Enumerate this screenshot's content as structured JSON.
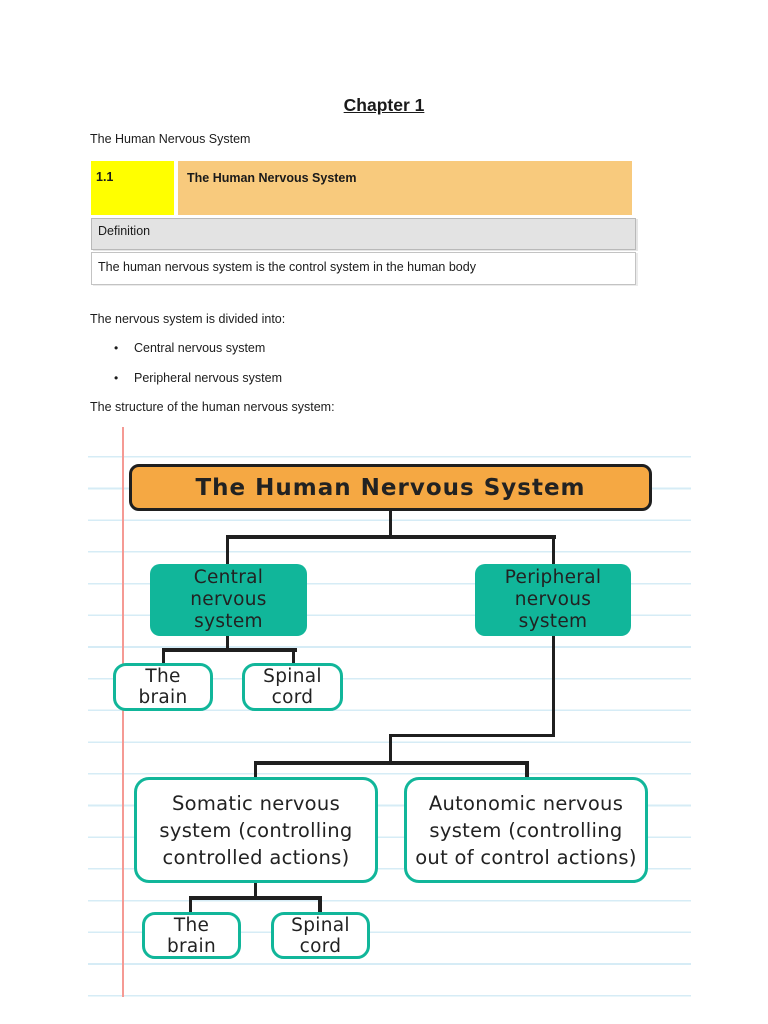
{
  "page": {
    "chapter_title": "Chapter 1",
    "intro_text": "The Human Nervous System",
    "divided_heading": "The nervous system is divided into:",
    "bullet_glyph": "•",
    "bullets": [
      "Central nervous system",
      "Peripheral nervous system"
    ],
    "structure_heading": "The structure of the human nervous system:"
  },
  "section_table": {
    "section_number": "1.1",
    "section_title": "The Human Nervous System",
    "definition_label": "Definition",
    "definition_text": "The human nervous system is the control system in the human body"
  },
  "diagram": {
    "root": {
      "label": "The Human Nervous System"
    },
    "branches": [
      {
        "label": "Central\nnervous\nsystem",
        "children": [
          {
            "label": "The\nbrain"
          },
          {
            "label": "Spinal\ncord"
          }
        ]
      },
      {
        "label": "Peripheral\nnervous\nsystem",
        "children": [
          {
            "label": "Somatic nervous\nsystem (controlling\ncontrolled actions)",
            "children": [
              {
                "label": "The\nbrain"
              },
              {
                "label": "Spinal\ncord"
              }
            ]
          },
          {
            "label": "Autonomic nervous\nsystem (controlling\nout of control actions)",
            "children": []
          }
        ]
      }
    ]
  },
  "colors": {
    "orange": "#F5A843",
    "header_orange": "#F8CA7D",
    "yellow": "#FFFF00",
    "gray_row": "#E3E3E3",
    "teal": "#11B69A",
    "line": "#1F1F1F",
    "paper_line": "#D6ECF6",
    "margin_red": "#F59A94"
  }
}
